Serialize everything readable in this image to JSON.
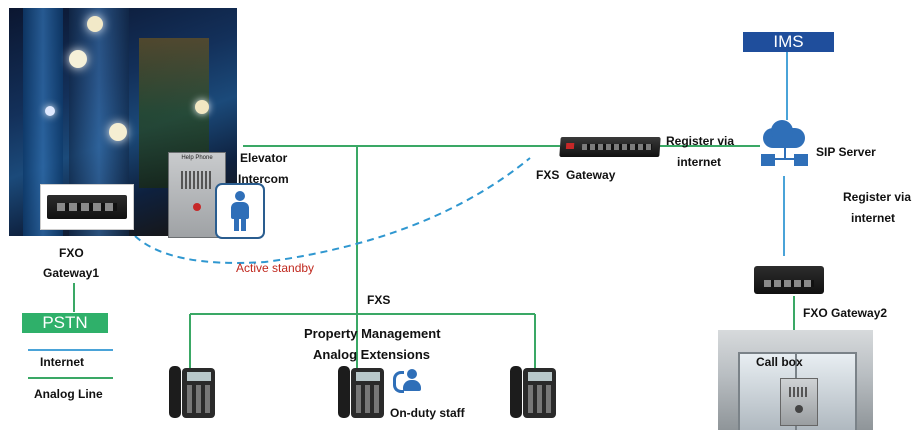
{
  "labels": {
    "elevator_intercom_line1": "Elevator",
    "elevator_intercom_line2": "Intercom",
    "fxo_gateway1_line1": "FXO",
    "fxo_gateway1_line2": "Gateway1",
    "pstn": "PSTN",
    "ims": "IMS",
    "fxs_gateway": "FXS  Gateway",
    "register_via_internet_1a": "Register via",
    "register_via_internet_1b": "internet",
    "sip_server": "SIP Server",
    "register_via_internet_2a": "Register via",
    "register_via_internet_2b": "internet",
    "fxo_gateway2": "FXO Gateway2",
    "call_box": "Call box",
    "active_standby": "Active standby",
    "fxs": "FXS",
    "property_mgmt_line1": "Property Management",
    "property_mgmt_line2": "Analog Extensions",
    "on_duty_staff": "On-duty staff",
    "help_phone": "Help Phone"
  },
  "legend": {
    "internet": "Internet",
    "analog_line": "Analog Line"
  },
  "colors": {
    "internet_line": "#4aa3d8",
    "analog_line": "#3aa865",
    "pstn_box": "#2fb06a",
    "ims_box": "#1f4e9c",
    "active_standby_text": "#c0281e",
    "dashed_link": "#2f97d0"
  }
}
